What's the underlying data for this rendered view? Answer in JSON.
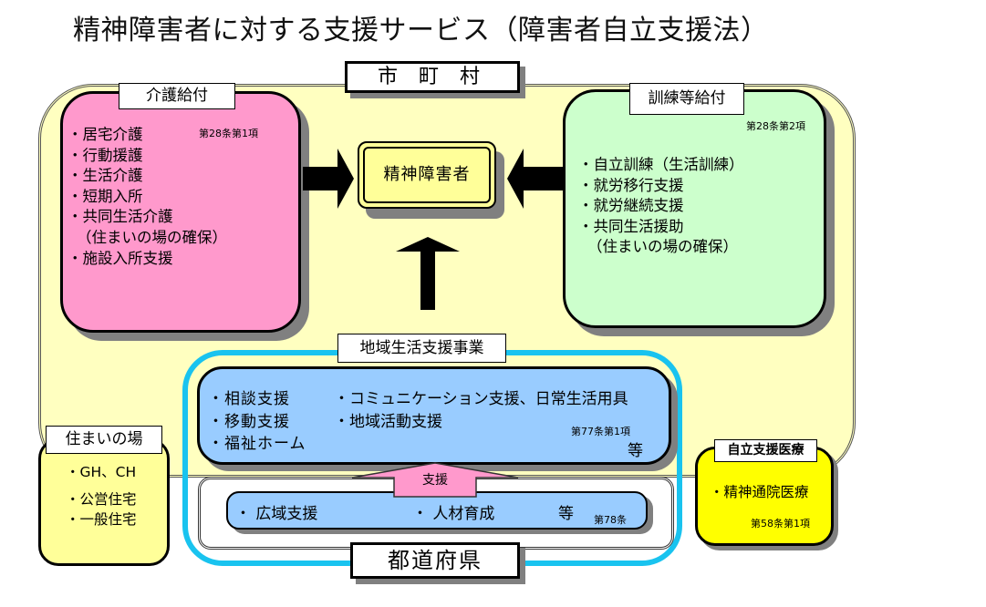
{
  "title": "精神障害者に対する支援サービス（障害者自立支援法）",
  "municipality": {
    "label": "市 町 村"
  },
  "center": {
    "label": "精神障害者"
  },
  "care_benefits": {
    "label": "介護給付",
    "article": "第28条第1項",
    "items": [
      "・居宅介護",
      "・行動援護",
      "・生活介護",
      "・短期入所",
      "・共同生活介護",
      "（住まいの場の確保）",
      "・施設入所支援"
    ]
  },
  "training_benefits": {
    "label": "訓練等給付",
    "article": "第28条第2項",
    "items": [
      "・自立訓練（生活訓練）",
      "・就労移行支援",
      "・就労継続支援",
      "・共同生活援助",
      "（住まいの場の確保）"
    ]
  },
  "community_support": {
    "label": "地域生活支援事業",
    "col1": [
      "・相談支援",
      "・移動支援",
      "・福祉ホーム"
    ],
    "col2": [
      "・コミュニケーション支援、日常生活用具",
      "・地域活動支援"
    ],
    "article": "第77条第1項",
    "etc": "等"
  },
  "support_arrow": {
    "label": "支援"
  },
  "prefecture": {
    "label": "都道府県",
    "items": [
      "・ 広域支援",
      "・ 人材育成"
    ],
    "etc": "等",
    "article": "第78条"
  },
  "housing": {
    "label": "住まいの場",
    "items": [
      "・GH、CH",
      "",
      "・公営住宅",
      "・一般住宅"
    ]
  },
  "medical": {
    "label": "自立支援医療",
    "item": "・精神通院医療",
    "article": "第58条第1項"
  },
  "colors": {
    "municipality_bg": "#ffffc0",
    "care": "#ff99cc",
    "training": "#ccffcc",
    "community": "#99ccff",
    "community_border": "#19c3ef",
    "housing": "#ffff99",
    "medical": "#ffff00",
    "support_arrow": "#ff99cc"
  }
}
